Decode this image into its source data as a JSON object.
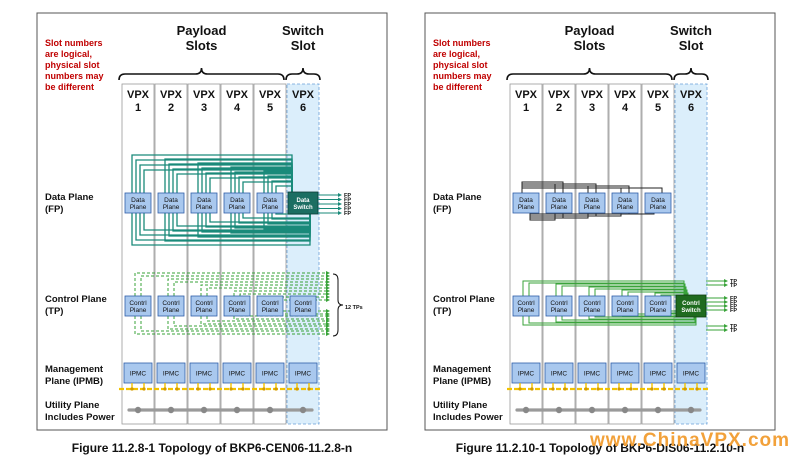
{
  "left": {
    "note": [
      "Slot numbers",
      "are logical,",
      "physical slot",
      "numbers may",
      "be different"
    ],
    "payload_header": [
      "Payload",
      "Slots"
    ],
    "switch_header": [
      "Switch",
      "Slot"
    ],
    "slots": [
      {
        "vpx": "VPX",
        "num": "1"
      },
      {
        "vpx": "VPX",
        "num": "2"
      },
      {
        "vpx": "VPX",
        "num": "3"
      },
      {
        "vpx": "VPX",
        "num": "4"
      },
      {
        "vpx": "VPX",
        "num": "5"
      },
      {
        "vpx": "VPX",
        "num": "6"
      }
    ],
    "rows": {
      "data_plane": [
        "Data Plane",
        "(FP)"
      ],
      "control_plane": [
        "Control Plane",
        "(TP)"
      ],
      "management_plane": [
        "Management",
        "Plane (IPMB)"
      ],
      "utility_plane": [
        "Utility Plane",
        "Includes Power"
      ]
    },
    "data_box": [
      "Data",
      "Plane"
    ],
    "data_switch": [
      "Data",
      "Switch"
    ],
    "ctrl_box": [
      "Contrl",
      "Plane"
    ],
    "ipmc": "IPMC",
    "fp": "FP",
    "tp_count": "12 TPs",
    "caption": "Figure 11.2.8-1 Topology of BKP6-CEN06-11.2.8-n"
  },
  "right": {
    "note": [
      "Slot numbers",
      "are logical,",
      "physical slot",
      "numbers may",
      "be different"
    ],
    "payload_header": [
      "Payload",
      "Slots"
    ],
    "switch_header": [
      "Switch",
      "Slot"
    ],
    "slots": [
      {
        "vpx": "VPX",
        "num": "1"
      },
      {
        "vpx": "VPX",
        "num": "2"
      },
      {
        "vpx": "VPX",
        "num": "3"
      },
      {
        "vpx": "VPX",
        "num": "4"
      },
      {
        "vpx": "VPX",
        "num": "5"
      },
      {
        "vpx": "VPX",
        "num": "6"
      }
    ],
    "rows": {
      "data_plane": [
        "Data Plane",
        "(FP)"
      ],
      "control_plane": [
        "Control Plane",
        "(TP)"
      ],
      "management_plane": [
        "Management",
        "Plane (IPMB)"
      ],
      "utility_plane": [
        "Utility Plane",
        "Includes Power"
      ]
    },
    "data_box": [
      "Data",
      "Plane"
    ],
    "ctrl_box": [
      "Contrl",
      "Plane"
    ],
    "ctrl_switch": [
      "Contrl",
      "Switch"
    ],
    "ipmc": "IPMC",
    "fp": "FP",
    "tp": "TP",
    "caption": "Figure 11.2.10-1 Topology of BKP6-DIS06-11.2.10-n"
  },
  "watermark": "www.ChinaVPX.com",
  "colors": {
    "teal": "#1a8a7a",
    "green": "#3aa33a",
    "dark_green_switch": "#1f6b1f",
    "box_fill": "#a9c8ee",
    "box_stroke": "#2f5ea8",
    "switch_slot_fill": "#dbeefb",
    "ipmb_yellow": "#f2c200",
    "power_gray": "#9a9a9a",
    "note_red": "#c00000"
  }
}
